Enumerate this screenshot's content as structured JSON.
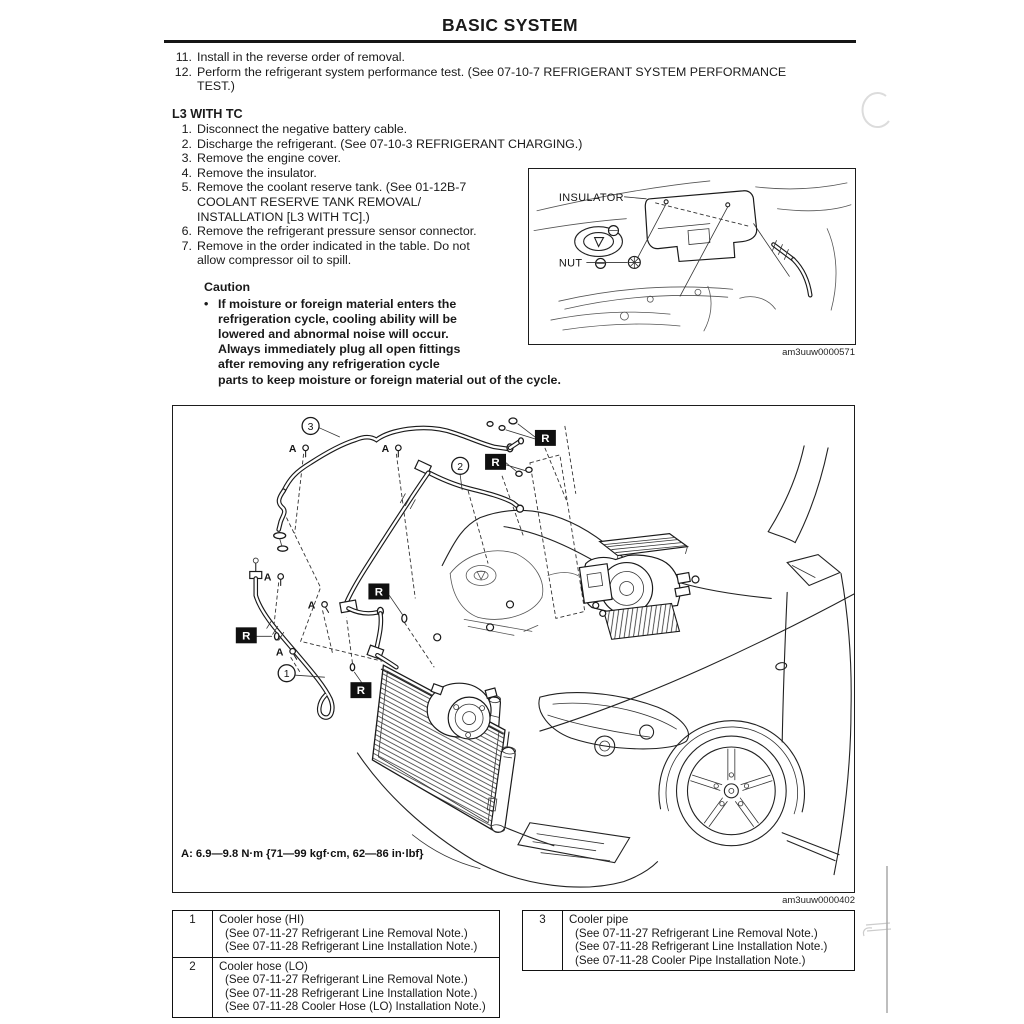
{
  "page": {
    "title": "BASIC SYSTEM"
  },
  "steps_top": [
    {
      "num": "11.",
      "l1": "Install in the reverse order of removal."
    },
    {
      "num": "12.",
      "l1": "Perform the refrigerant system performance test. (See 07-10-7 REFRIGERANT SYSTEM PERFORMANCE",
      "l2": "TEST.)"
    }
  ],
  "l3": {
    "heading": "L3 WITH TC",
    "steps": [
      {
        "num": "1.",
        "l1": "Disconnect the negative battery cable."
      },
      {
        "num": "2.",
        "l1": "Discharge the refrigerant. (See 07-10-3 REFRIGERANT CHARGING.)"
      },
      {
        "num": "3.",
        "l1": "Remove the engine cover."
      },
      {
        "num": "4.",
        "l1": "Remove the insulator."
      },
      {
        "num": "5.",
        "l1": "Remove the coolant reserve tank. (See 01-12B-7",
        "l2": "COOLANT RESERVE TANK REMOVAL/",
        "l3": "INSTALLATION [L3 WITH TC].)"
      },
      {
        "num": "6.",
        "l1": "Remove the refrigerant pressure sensor connector."
      },
      {
        "num": "7.",
        "l1": "Remove in the order indicated in the table. Do not",
        "l2": "allow compressor oil to spill."
      }
    ],
    "caution": {
      "heading": "Caution",
      "bullet": "•",
      "lines": [
        "If moisture or foreign material enters the",
        "refrigeration cycle, cooling ability will be",
        "lowered and abnormal noise will occur.",
        "Always immediately plug all open fittings",
        "after removing any refrigeration cycle",
        "parts to keep moisture or foreign material out of the cycle."
      ]
    }
  },
  "inset_figure": {
    "insulator_label": "INSULATOR",
    "nut_label": "NUT",
    "figure_id": "am3uuw0000571"
  },
  "main_figure": {
    "torque_note": "A: 6.9—9.8 N·m {71—99 kgf·cm, 62—86 in·lbf}",
    "figure_id": "am3uuw0000402",
    "callout_1": "1",
    "callout_2": "2",
    "callout_3": "3",
    "bolt_label": "A",
    "replace_label": "R"
  },
  "parts_tables": {
    "left": [
      {
        "num": "1",
        "name": "Cooler hose (HI)",
        "notes": [
          "(See 07-11-27 Refrigerant Line Removal Note.)",
          "(See 07-11-28 Refrigerant Line Installation Note.)"
        ]
      },
      {
        "num": "2",
        "name": "Cooler hose (LO)",
        "notes": [
          "(See 07-11-27 Refrigerant Line Removal Note.)",
          "(See 07-11-28 Refrigerant Line Installation Note.)",
          "(See 07-11-28 Cooler Hose (LO) Installation Note.)"
        ]
      }
    ],
    "right": [
      {
        "num": "3",
        "name": "Cooler pipe",
        "notes": [
          "(See 07-11-27 Refrigerant Line Removal Note.)",
          "(See 07-11-28 Refrigerant Line Installation Note.)",
          "(See 07-11-28 Cooler Pipe Installation Note.)"
        ]
      }
    ]
  },
  "colors": {
    "ink": "#1a1a1a",
    "line_art": "#222222"
  }
}
